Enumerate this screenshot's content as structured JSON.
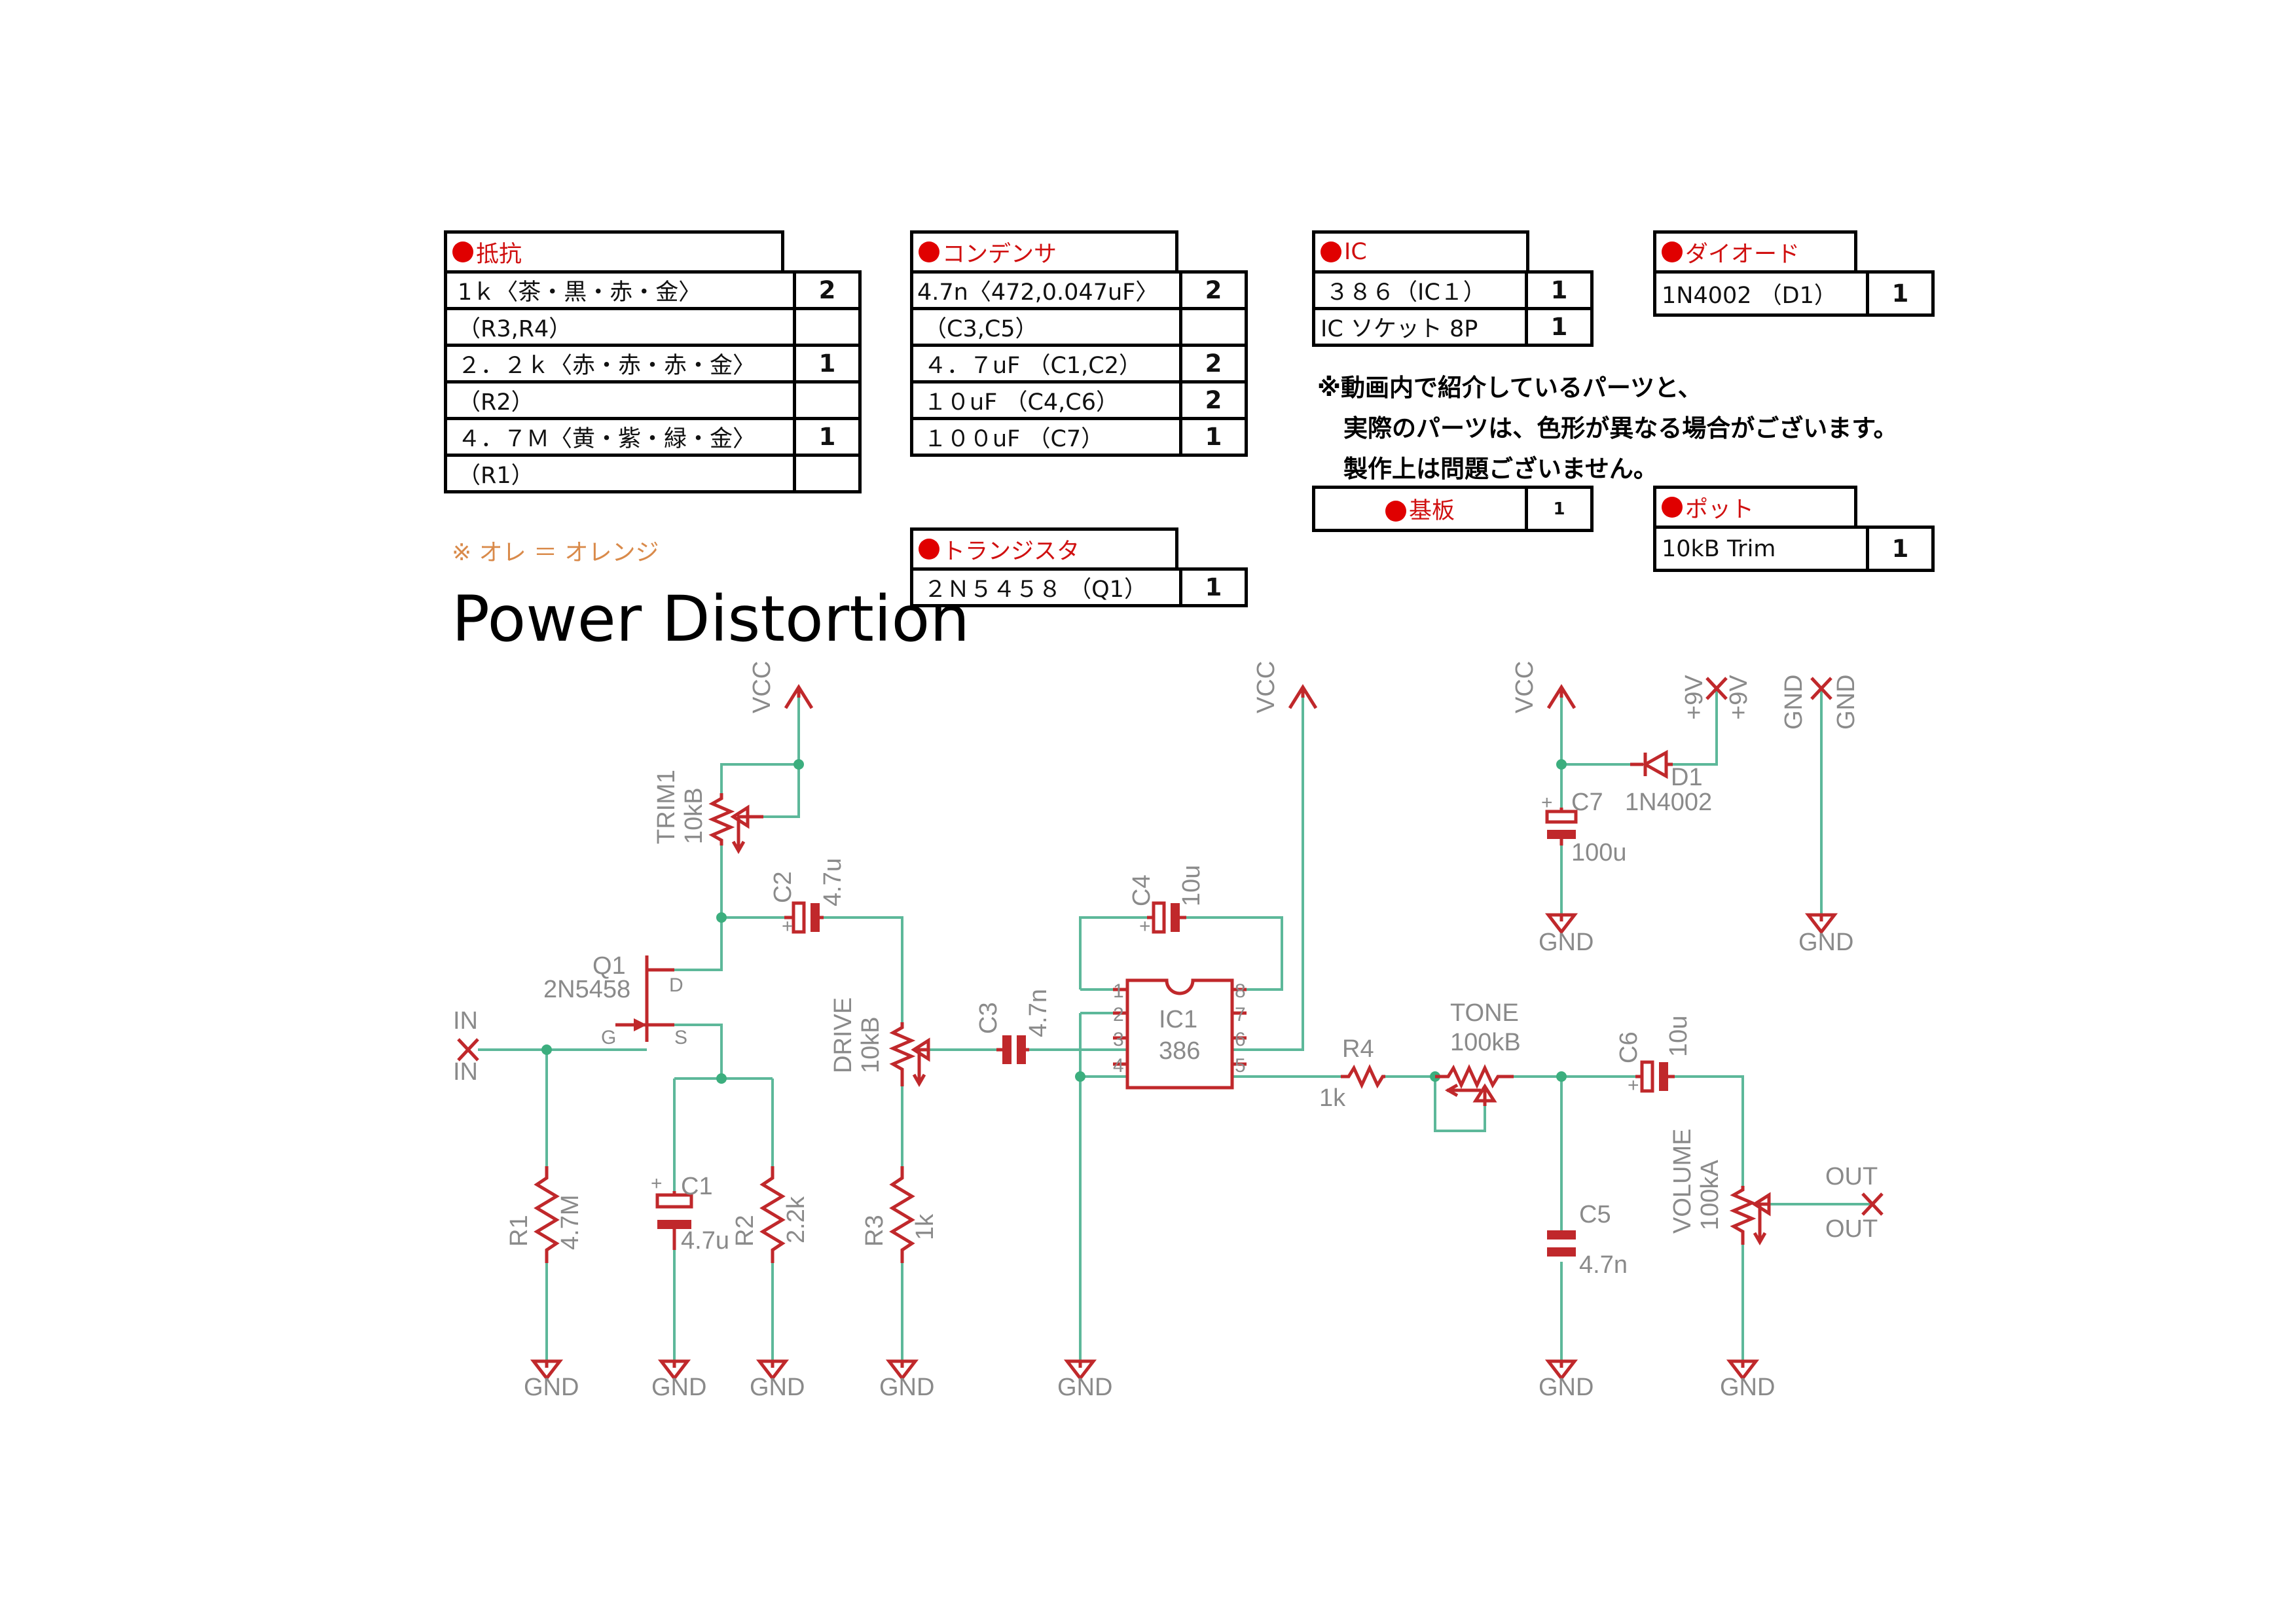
{
  "tables": {
    "resistors": {
      "header": "抵抗",
      "rows": [
        {
          "name": "1ｋ〈茶・黒・赤・金〉",
          "qty": "2"
        },
        {
          "name": "（R3,R4）",
          "qty": ""
        },
        {
          "name": "２．２ｋ〈赤・赤・赤・金〉",
          "qty": "1"
        },
        {
          "name": "（R2）",
          "qty": ""
        },
        {
          "name": "４．７Ｍ〈黄・紫・緑・金〉",
          "qty": "1"
        },
        {
          "name": "（R1）",
          "qty": ""
        }
      ],
      "note": "※ オレ ＝ オレンジ"
    },
    "capacitors": {
      "header": "コンデンサ",
      "rows": [
        {
          "name": "4.7n〈472,0.047uF〉",
          "qty": "2"
        },
        {
          "name": "（C3,C5）",
          "qty": ""
        },
        {
          "name": "４．７uF （C1,C2）",
          "qty": "2"
        },
        {
          "name": "１０uF （C4,C6）",
          "qty": "2"
        },
        {
          "name": "１００uF （C7）",
          "qty": "1"
        }
      ]
    },
    "transistor": {
      "header": "トランジスタ",
      "rows": [
        {
          "name": "２Ｎ５４５８ （Q1）",
          "qty": "1"
        }
      ]
    },
    "ic": {
      "header": "IC",
      "rows": [
        {
          "name": "３８６（IC１）",
          "qty": "1"
        },
        {
          "name": "IC ソケット 8P",
          "qty": "1"
        }
      ]
    },
    "board": {
      "header": "基板",
      "qty": "1"
    },
    "diode": {
      "header": "ダイオード",
      "rows": [
        {
          "name": "1N4002 （D1）",
          "qty": "1"
        }
      ]
    },
    "pot": {
      "header": "ポット",
      "rows": [
        {
          "name": "10kB Trim",
          "qty": "1"
        }
      ]
    }
  },
  "notes": [
    "※動画内で紹介しているパーツと、",
    "実際のパーツは、色形が異なる場合がございます。",
    "製作上は問題ございません。"
  ],
  "title": "Power Distortion",
  "schematic": {
    "vcc": "VCC",
    "gnd": "GND",
    "in": "IN",
    "out": "OUT",
    "plus9v": "+9V",
    "trim1": {
      "name": "TRIM1",
      "value": "10kB"
    },
    "q1": {
      "name": "Q1",
      "value": "2N5458",
      "d": "D",
      "g": "G",
      "s": "S"
    },
    "c1": {
      "name": "C1",
      "value": "4.7u"
    },
    "c2": {
      "name": "C2",
      "value": "4.7u"
    },
    "c3": {
      "name": "C3",
      "value": "4.7n"
    },
    "c4": {
      "name": "C4",
      "value": "10u"
    },
    "c5": {
      "name": "C5",
      "value": "4.7n"
    },
    "c6": {
      "name": "C6",
      "value": "10u"
    },
    "c7": {
      "name": "C7",
      "value": "100u"
    },
    "r1": {
      "name": "R1",
      "value": "4.7M"
    },
    "r2": {
      "name": "R2",
      "value": "2.2k"
    },
    "r3": {
      "name": "R3",
      "value": "1k"
    },
    "r4": {
      "name": "R4",
      "value": "1k"
    },
    "drive": {
      "name": "DRIVE",
      "value": "10kB"
    },
    "tone": {
      "name": "TONE",
      "value": "100kB"
    },
    "volume": {
      "name": "VOLUME",
      "value": "100kA"
    },
    "ic1": {
      "name": "IC1",
      "value": "386",
      "pins": [
        "1",
        "2",
        "3",
        "4",
        "5",
        "6",
        "7",
        "8"
      ]
    },
    "d1": {
      "name": "D1",
      "value": "1N4002"
    },
    "plus": "+"
  }
}
